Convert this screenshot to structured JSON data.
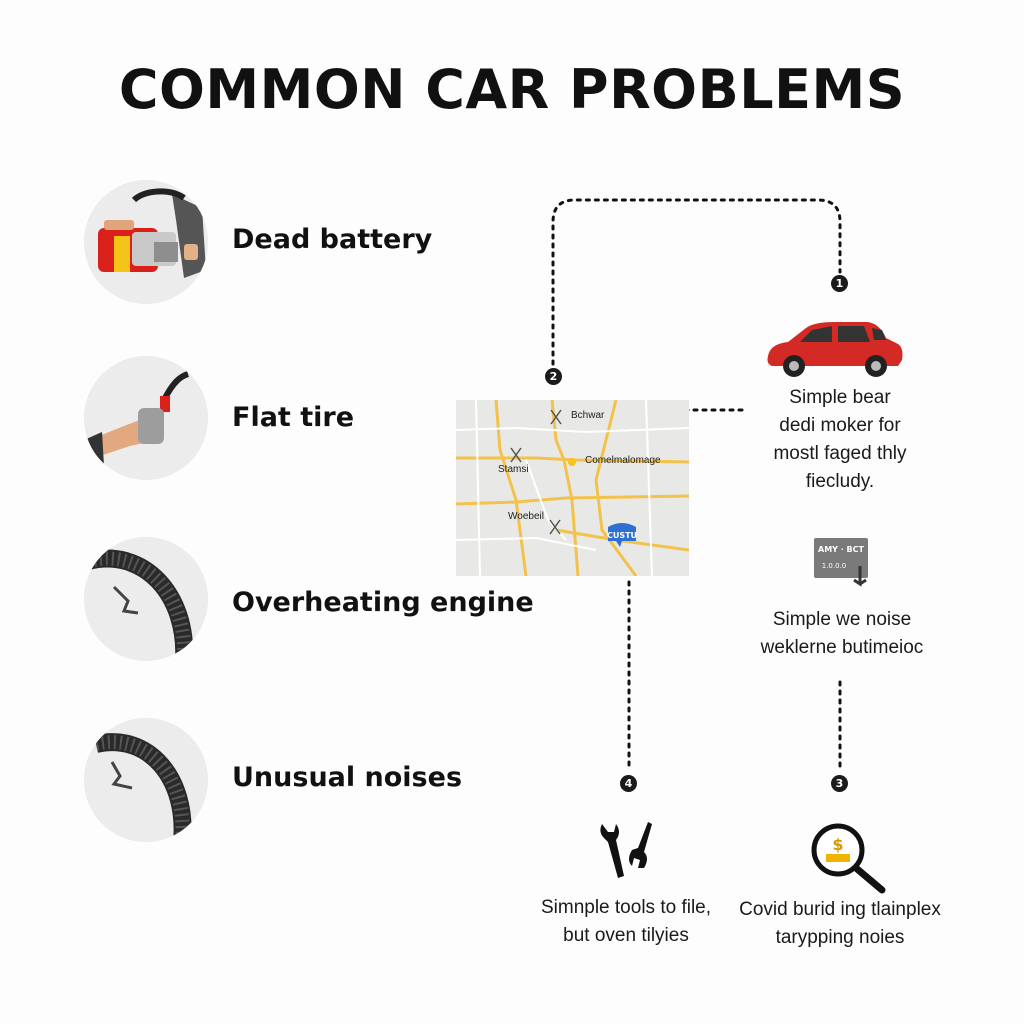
{
  "title": "COMMON CAR PROBLEMS",
  "problems": [
    {
      "label": "Dead battery",
      "icon": "car-battery-icon"
    },
    {
      "label": "Flat tire",
      "icon": "tire-pump-icon"
    },
    {
      "label": "Overheating engine",
      "icon": "tire-icon"
    },
    {
      "label": "Unusual noises",
      "icon": "tire-icon"
    }
  ],
  "steps": {
    "s1": {
      "badge": "1",
      "lines": [
        "Simple bear",
        "dedi moker for",
        "mostl faged thly",
        "fiecludy."
      ],
      "icon": "red-car-icon"
    },
    "s2": {
      "badge": "2",
      "icon": "map-icon"
    },
    "s3": {
      "badge": "3",
      "lines": [
        "Covid burid ing tlainplex",
        "tarypping noies"
      ],
      "icon": "magnifier-dollar-icon"
    },
    "s4": {
      "badge": "4",
      "lines": [
        "Simnple tools to file,",
        "but oven tilyies"
      ],
      "icon": "wrench-tools-icon"
    },
    "s5": {
      "lines": [
        "Simple we noise",
        "weklerne butimeioc"
      ],
      "sign": [
        "AMY · BCT",
        "1.0.0.0"
      ],
      "icon": "sign-arrow-icon"
    }
  },
  "map": {
    "labels": [
      "Bchwar",
      "Comelmalomage",
      "Stamsi",
      "Woebeil",
      "CUSTU"
    ]
  },
  "colors": {
    "text": "#111111",
    "badge": "#1b1b1b",
    "circle_bg": "#e9e9e9",
    "battery_red": "#d9201b",
    "battery_yellow": "#f4c41a",
    "car_red": "#d42a26",
    "map_road": "#f2c24b",
    "map_bg": "#e8e8e6",
    "sign_gray": "#7a7a7a",
    "coin_gold": "#f0b400"
  }
}
